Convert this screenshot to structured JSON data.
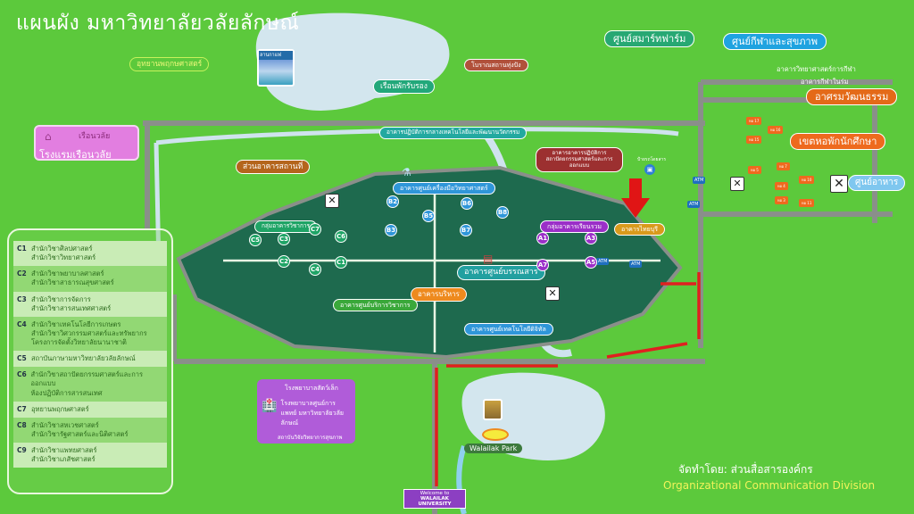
{
  "title": "แผนผัง มหาวิทยาลัยวลัยลักษณ์",
  "colors": {
    "grass": "#5cc93c",
    "campus": "#1e6a4e",
    "road": "#8a8f8a",
    "water": "#d3e6ee",
    "route": "#e02020"
  },
  "places": {
    "botanical_garden": "อุทยานพฤกษศาสตร์",
    "coffee_photo": "ลานกาแฟ",
    "guest_house": "เรือนพักรับรอง",
    "ancient_site": "โบราณสถานทุ่งปัง",
    "smart_farm": "ศูนย์สมาร์ทฟาร์ม",
    "sports_center": "ศูนย์กีฬาและสุขภาพ",
    "sports_science": "อาคารวิทยาศาสตร์การกีฬา",
    "indoor_sports": "อาคารกีฬาในร่ม",
    "culture": "อาศรมวัฒนธรรม",
    "dorm_zone": "เขตหอพักนักศึกษา",
    "food_center": "ศูนย์อาหาร",
    "hotel_logo": "เรือนวลัย",
    "hotel": "โรงแรมเรือนวลัย",
    "facilities": "ส่วนอาคารสถานที่",
    "innovation": "อาคารปฏิบัติการกลางเทคโนโลยีและพัฒนานวัตกรรม",
    "sci_equipment": "อาคารศูนย์เครื่องมือวิทยาศาสตร์",
    "architecture": "อาคารอาคารปฏิบัติการ สถาปัตยกรรมศาสตร์และการออกแบบ",
    "lecture_group": "กลุ่มอาคารเรียนรวม",
    "thaiburi": "อาคารไทยบุรี",
    "academic_group": "กลุ่มอาคารวิชาการ",
    "library": "อาคารศูนย์บรรณสาร",
    "admin": "อาคารบริหาร",
    "academic_service": "อาคารศูนย์บริการวิชาการ",
    "digital": "อาคารศูนย์เทคโนโลยีดิจิทัล",
    "bus_stop": "ป้ายรถโดยสาร",
    "vet_hospital": "โรงพยาบาลสัตว์เล็ก",
    "medical_center": "โรงพยาบาลศูนย์การแพทย์ มหาวิทยาลัยวลัยลักษณ์",
    "health_research": "สถาบันวิจัยวิทยาการสุขภาพ",
    "park": "Walailak Park",
    "welcome_1": "Welcome to",
    "welcome_2": "WALAILAK UNIVERSITY",
    "atm": "ATM"
  },
  "markers": {
    "b": [
      "B2",
      "B3",
      "B5",
      "B6",
      "B7",
      "B8"
    ],
    "a": [
      "A1",
      "A3",
      "A5",
      "A7"
    ],
    "c": [
      "C1",
      "C2",
      "C3",
      "C4",
      "C5",
      "C6",
      "C7"
    ]
  },
  "dorms": [
    "หอ 17",
    "หอ 16",
    "หอ 15",
    "หอ 7",
    "หอ 5",
    "หอ 4",
    "หอ 3",
    "หอ 10",
    "หอ 11"
  ],
  "legend": [
    {
      "code": "C1",
      "text": "สำนักวิชาศิลปศาสตร์\nสำนักวิชาวิทยาศาสตร์"
    },
    {
      "code": "C2",
      "text": "สำนักวิชาพยาบาลศาสตร์\nสำนักวิชาสาธารณสุขศาสตร์"
    },
    {
      "code": "C3",
      "text": "สำนักวิชาการจัดการ\nสำนักวิชาสารสนเทศศาสตร์"
    },
    {
      "code": "C4",
      "text": "สำนักวิชาเทคโนโลยีการเกษตร\nสำนักวิชาวิศวกรรมศาสตร์และทรัพยากร\nโครงการจัดตั้งวิทยาลัยนานาชาติ"
    },
    {
      "code": "C5",
      "text": "สถาบันภาษามหาวิทยาลัยวลัยลักษณ์"
    },
    {
      "code": "C6",
      "text": "สำนักวิชาสถาปัตยกรรมศาสตร์และการออกแบบ\nห้องปฏิบัติการสารสนเทศ"
    },
    {
      "code": "C7",
      "text": "อุทยานพฤกษศาสตร์"
    },
    {
      "code": "C8",
      "text": "สำนักวิชาสหเวชศาสตร์\nสำนักวิชารัฐศาสตร์และนิติศาสตร์"
    },
    {
      "code": "C9",
      "text": "สำนักวิชาแพทยศาสตร์\nสำนักวิชาเภสัชศาสตร์"
    }
  ],
  "credit": {
    "th": "จัดทำโดย: ส่วนสื่อสารองค์กร",
    "en": "Organizational Communication Division"
  }
}
